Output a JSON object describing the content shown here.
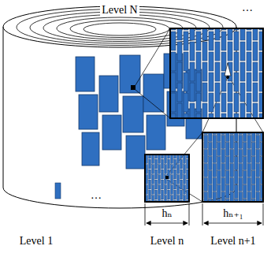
{
  "diagram": {
    "labels": [
      "Level N",
      "…",
      "Level 1",
      "…",
      "Level n",
      "Level n+1",
      "hₙ",
      "hₙ₊₁"
    ]
  }
}
